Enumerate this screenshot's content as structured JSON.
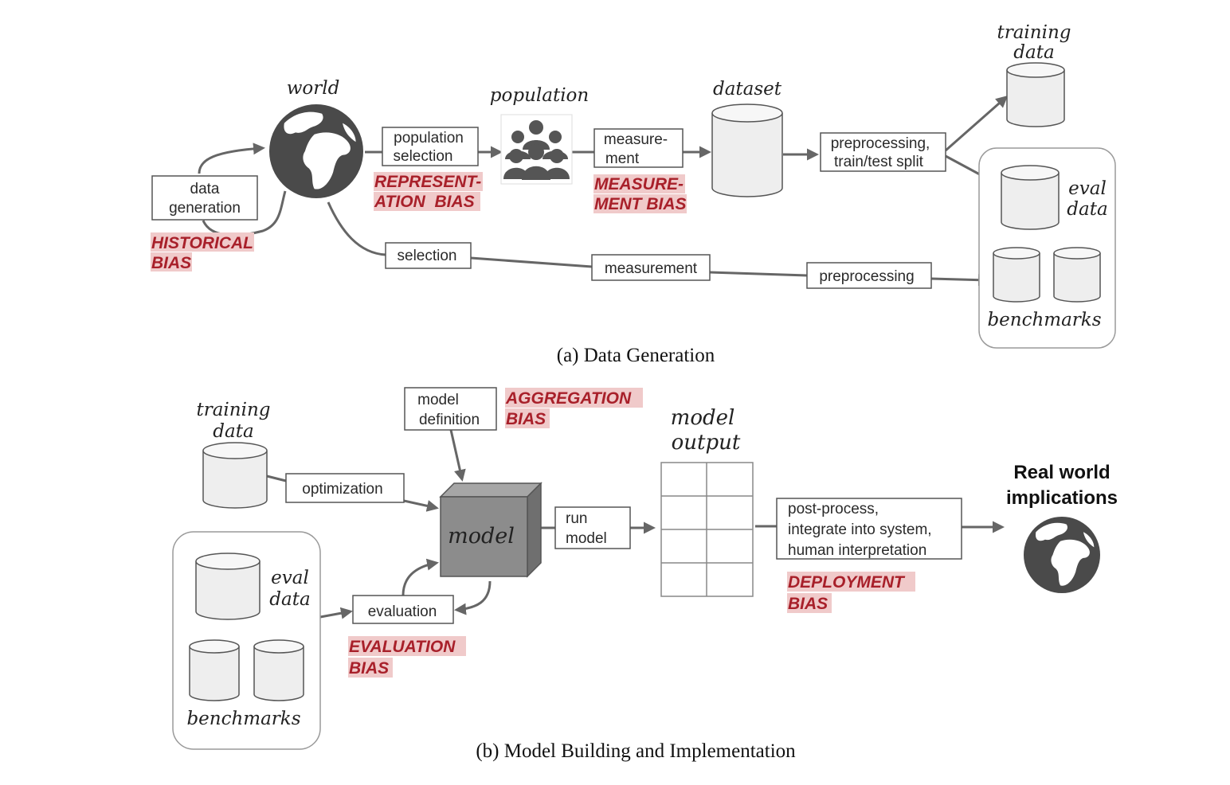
{
  "top": {
    "world": "world",
    "data_generation": [
      "data",
      "generation"
    ],
    "historical_bias": [
      "HISTORICAL",
      "BIAS"
    ],
    "population_selection": [
      "population",
      "selection"
    ],
    "representation_bias": [
      "REPRESENT-",
      "ATION  BIAS"
    ],
    "population": "population",
    "measurement_box": [
      "measure-",
      "ment"
    ],
    "measurement_bias": [
      "MEASURE-",
      "MENT BIAS"
    ],
    "dataset": "dataset",
    "preprocessing_split": [
      "preprocessing,",
      "train/test split"
    ],
    "training_data": [
      "training",
      "data"
    ],
    "eval_data": [
      "eval",
      "data"
    ],
    "benchmarks": "benchmarks",
    "selection": "selection",
    "measurement": "measurement",
    "preprocessing": "preprocessing",
    "caption": "(a) Data Generation"
  },
  "bottom": {
    "training_data": [
      "training",
      "data"
    ],
    "optimization": "optimization",
    "model_definition": [
      "model",
      "definition"
    ],
    "aggregation_bias": [
      "AGGREGATION",
      "BIAS"
    ],
    "model": "model",
    "run_model": [
      "run",
      "model"
    ],
    "model_output": [
      "model",
      "output"
    ],
    "post_process": [
      "post-process,",
      "integrate into system,",
      "human interpretation"
    ],
    "deployment_bias": [
      "DEPLOYMENT",
      "BIAS"
    ],
    "real_world": [
      "Real world",
      "implications"
    ],
    "eval_data": [
      "eval",
      "data"
    ],
    "benchmarks": "benchmarks",
    "evaluation": "evaluation",
    "evaluation_bias": [
      "EVALUATION",
      "BIAS"
    ],
    "caption": "(b) Model Building and Implementation"
  },
  "icons": {
    "globe": "globe-icon",
    "people": "people-group-icon",
    "database": "database-icon"
  },
  "colors": {
    "bias_text": "#a8202a",
    "bias_highlight": "#f0caca",
    "arrow": "#666666",
    "model_cube": "#8c8c8c",
    "globe": "#4a4a4a"
  }
}
